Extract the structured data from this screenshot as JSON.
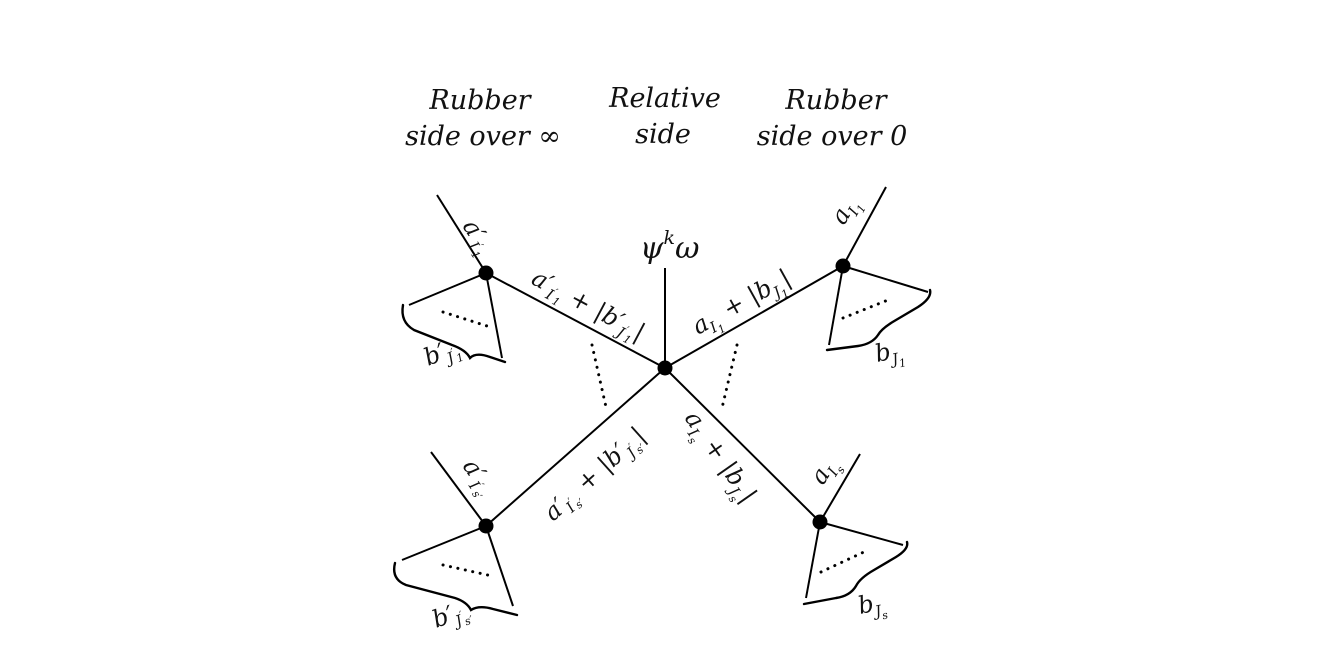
{
  "headers": {
    "left": [
      "Rubber",
      "side over ∞"
    ],
    "center": [
      "Relative",
      "side"
    ],
    "right": [
      "Rubber",
      "side over 0"
    ]
  },
  "center_label": {
    "psi": "ψ",
    "k": "k",
    "omega": "ω"
  },
  "labels": {
    "a": "a",
    "b": "b",
    "prime": "′",
    "plus": "+",
    "bar": "|",
    "I": "I",
    "J": "J",
    "one": "1",
    "s": "s",
    "s_prime": "s′"
  }
}
